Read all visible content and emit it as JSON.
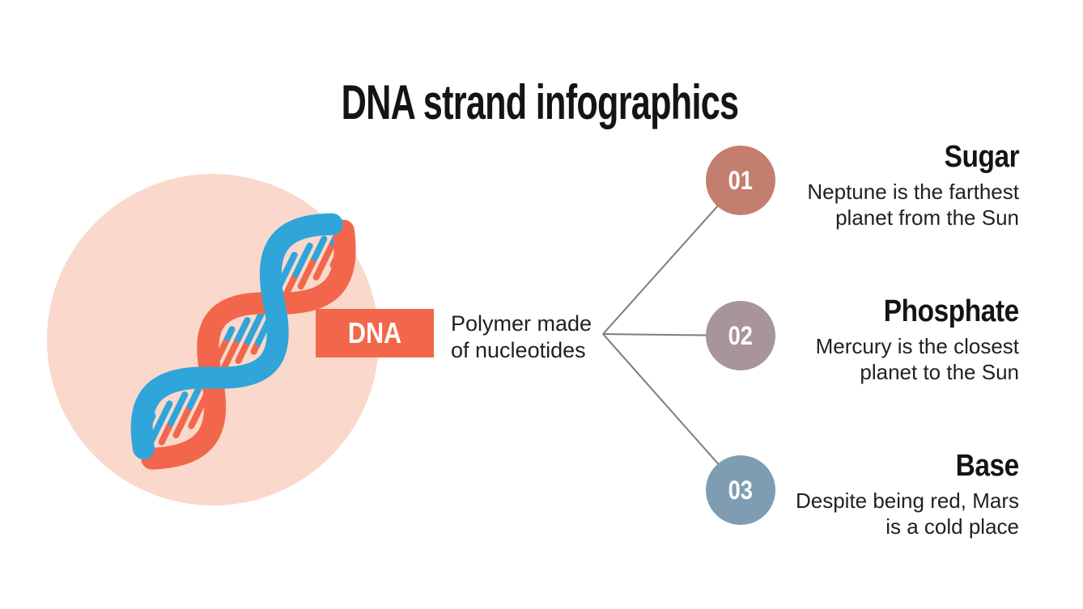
{
  "title": "DNA strand infographics",
  "dna_badge": {
    "label": "DNA"
  },
  "description": {
    "line1": "Polymer made",
    "line2": "of nucleotides"
  },
  "items": [
    {
      "number": "01",
      "heading": "Sugar",
      "body_line1": "Neptune is the farthest",
      "body_line2": "planet from the Sun",
      "circle_color": "#C47E70"
    },
    {
      "number": "02",
      "heading": "Phosphate",
      "body_line1": "Mercury is the closest",
      "body_line2": "planet to the Sun",
      "circle_color": "#A8949B"
    },
    {
      "number": "03",
      "heading": "Base",
      "body_line1": "Despite being red, Mars",
      "body_line2": "is a cold place",
      "circle_color": "#7E9DB2"
    }
  ],
  "colors": {
    "background": "#FFFFFF",
    "title_text": "#141414",
    "body_text": "#212121",
    "pink_circle": "#FAD8CC",
    "helix_salmon": "#F2674B",
    "helix_blue": "#2FA5DA",
    "dna_badge_bg": "#F2674B",
    "dna_badge_text": "#FFFFFF",
    "connector_line": "#7D7D7D",
    "circle_number_text": "#FFFFFF"
  }
}
